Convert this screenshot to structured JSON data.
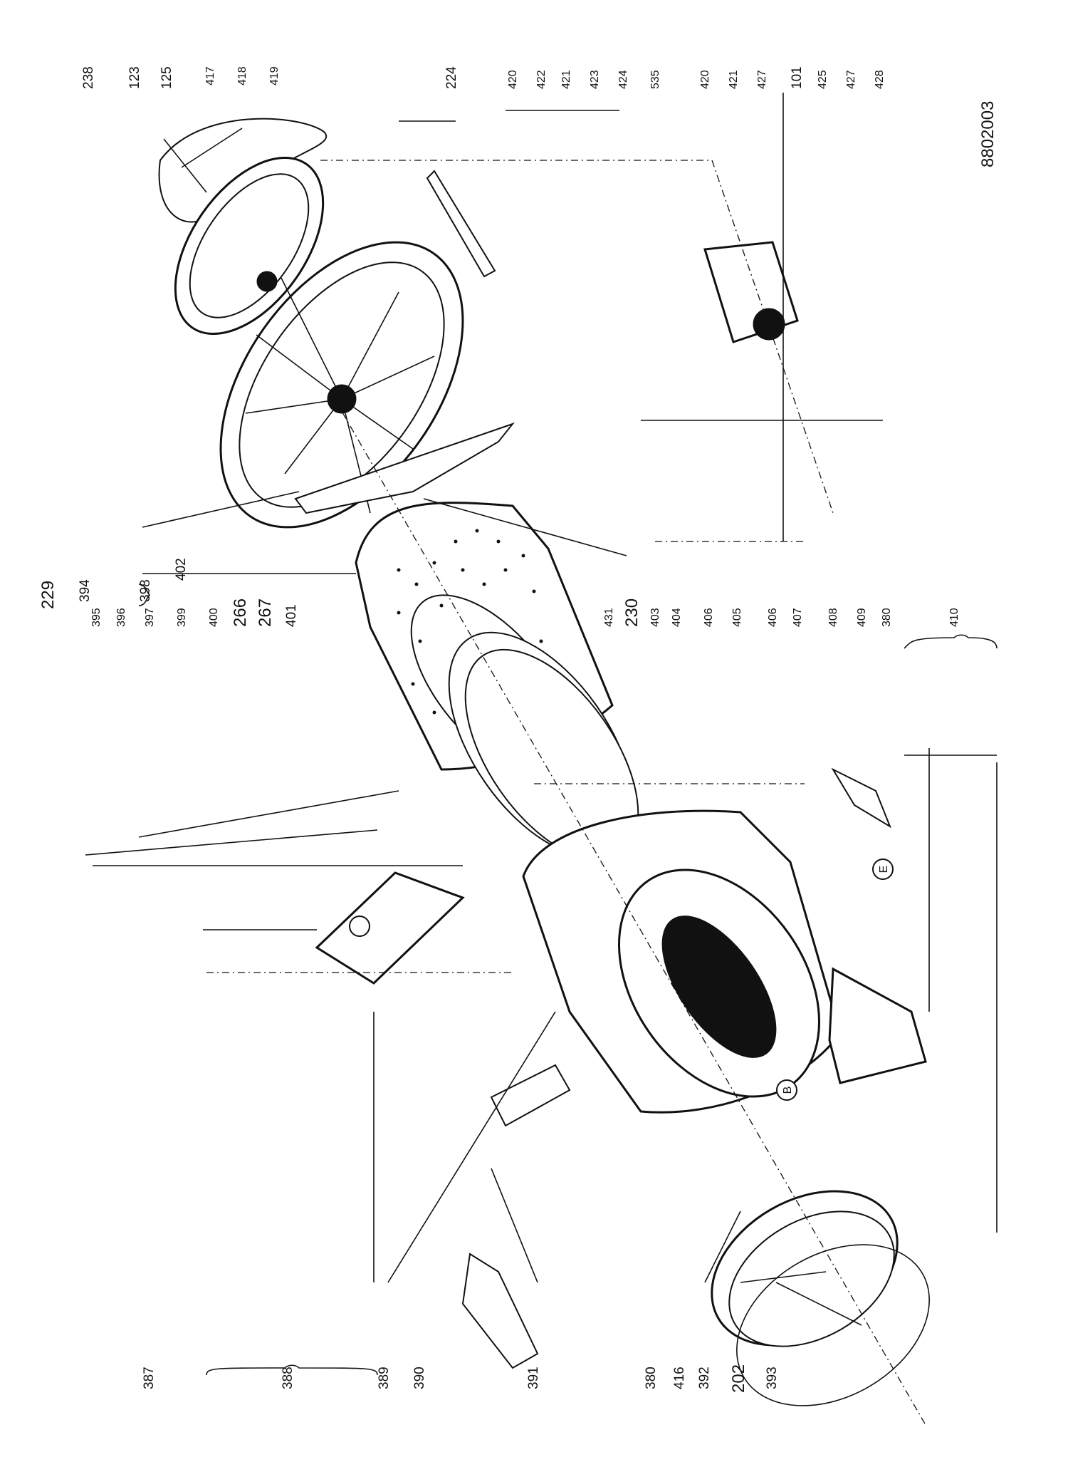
{
  "drawing_number": "8802003",
  "callouts": {
    "c238": "238",
    "c123": "123",
    "c125": "125",
    "c417": "417",
    "c418": "418",
    "c419": "419",
    "c224": "224",
    "c420a": "420",
    "c422": "422",
    "c421a": "421",
    "c423": "423",
    "c424": "424",
    "c535": "535",
    "c420b": "420",
    "c421b": "421",
    "c427a": "427",
    "c101": "101",
    "c425": "425",
    "c427b": "427",
    "c428": "428",
    "c229": "229",
    "c394": "394",
    "c398": "398",
    "c402": "402",
    "c266": "266",
    "c267": "267",
    "c401": "401",
    "c395": "395",
    "c396": "396",
    "c397": "397",
    "c399": "399",
    "c400": "400",
    "c431": "431",
    "c230": "230",
    "c403": "403",
    "c404": "404",
    "c406a": "406",
    "c405": "405",
    "c406b": "406",
    "c407": "407",
    "c408": "408",
    "c409": "409",
    "c380a": "380",
    "c410": "410",
    "c387": "387",
    "c388": "388",
    "c389": "389",
    "c390": "390",
    "c391": "391",
    "c380b": "380",
    "c416": "416",
    "c392": "392",
    "c202": "202",
    "c393": "393"
  },
  "markers": {
    "e": "E",
    "b": "B"
  }
}
